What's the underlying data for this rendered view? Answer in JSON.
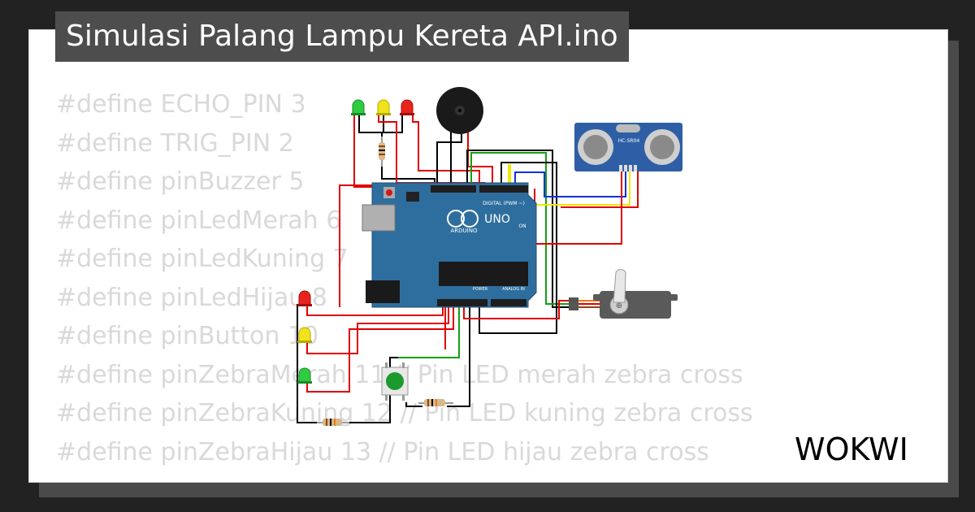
{
  "project": {
    "title": "Simulasi Palang Lampu Kereta API.ino"
  },
  "code": {
    "lines": [
      "#define ECHO_PIN 3",
      "#define TRIG_PIN 2",
      "#define pinBuzzer 5",
      "#define pinLedMerah 6",
      "#define pinLedKuning 7",
      "#define pinLedHijau 8",
      "#define pinButton 10",
      "#define pinZebraMerah 11 // Pin LED merah zebra cross",
      "#define pinZebraKuning 12 // Pin LED kuning zebra cross",
      "#define pinZebraHijau 13 // Pin LED hijau zebra cross"
    ]
  },
  "circuit": {
    "arduino_label": "UNO",
    "arduino_brand": "ARDUINO",
    "digital_label": "DIGITAL (PWM ~)",
    "power_label": "POWER",
    "analog_label": "ANALOG IN",
    "on_label": "ON",
    "sensor_label": "HC-SR04",
    "led_colors": {
      "green": "#2ecc40",
      "yellow": "#f2e21b",
      "red": "#e8241c"
    },
    "board_color": "#2e6e9e",
    "wire_colors": {
      "red": "#e00000",
      "black": "#000000",
      "green": "#12a012",
      "yellow": "#f3e600",
      "blue": "#1030e0"
    }
  },
  "brand": {
    "logo_text": "WOKWI",
    "logo_icon": "wokwi-logo"
  }
}
